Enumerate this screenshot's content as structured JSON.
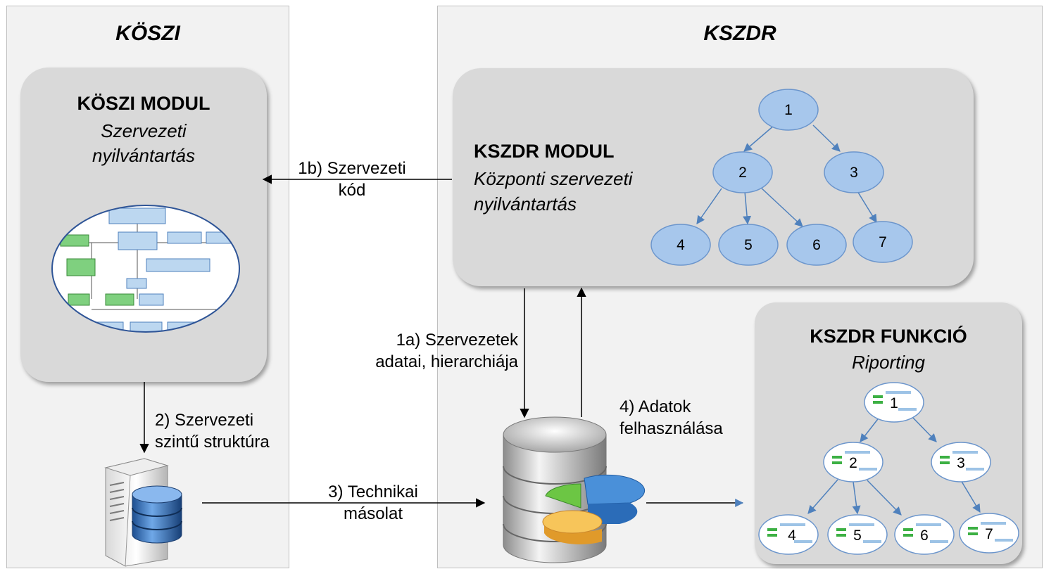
{
  "left_panel": {
    "title": "KÖSZI"
  },
  "right_panel": {
    "title": "KSZDR"
  },
  "koszi_module": {
    "title": "KÖSZI MODUL",
    "subtitle_line1": "Szervezeti",
    "subtitle_line2": "nyilvántartás"
  },
  "kszdr_module": {
    "title": "KSZDR MODUL",
    "subtitle_line1": "Központi szervezeti",
    "subtitle_line2": "nyilvántartás"
  },
  "kszdr_function": {
    "title": "KSZDR FUNKCIÓ",
    "subtitle": "Riporting"
  },
  "tree_nodes": [
    "1",
    "2",
    "3",
    "4",
    "5",
    "6",
    "7"
  ],
  "flows": {
    "f1b_line1": "1b) Szervezeti",
    "f1b_line2": "kód",
    "f1a_line1": "1a) Szervezetek",
    "f1a_line2": "adatai, hierarchiája",
    "f2_line1": "2) Szervezeti",
    "f2_line2": "szintű struktúra",
    "f3_line1": "3) Technikai",
    "f3_line2": "másolat",
    "f4_line1": "4) Adatok",
    "f4_line2": "felhasználása"
  },
  "colors": {
    "node_fill": "#a7c7ec",
    "node_stroke": "#6b95cc",
    "arrow_blue": "#4f81bd",
    "card": "#d9d9d9",
    "panel": "#f2f2f2"
  }
}
